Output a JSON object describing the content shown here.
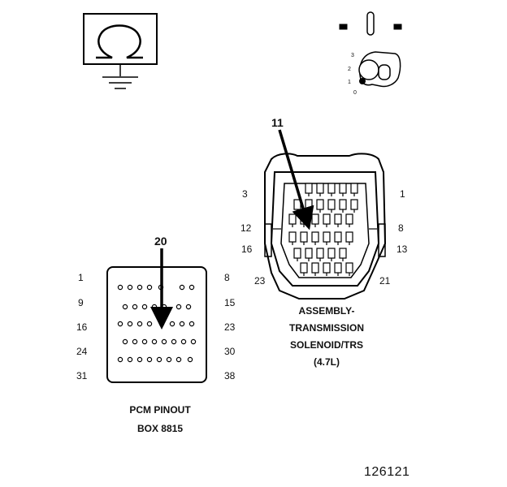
{
  "pcm_connector": {
    "pinout_title": "PCM PINOUT",
    "box_label": "BOX 8815",
    "callout_pin": "20",
    "row_labels_left": [
      "1",
      "9",
      "16",
      "24",
      "31"
    ],
    "row_labels_right": [
      "8",
      "15",
      "23",
      "30",
      "38"
    ]
  },
  "tsa_connector": {
    "callout_pin": "11",
    "title_lines": [
      "ASSEMBLY-",
      "TRANSMISSION",
      "SOLENOID/TRS",
      "(4.7L)"
    ],
    "pin_labels": {
      "p3": "3",
      "p1": "1",
      "p12": "12",
      "p8": "8",
      "p16": "16",
      "p13": "13",
      "p23": "23",
      "p21": "21"
    }
  },
  "ignition_switch": {
    "positions": [
      "3",
      "2",
      "1",
      "0"
    ]
  },
  "figure_number": "126121",
  "icons": [
    "ohmmeter-ground-icon",
    "ignition-key-icon",
    "connector-icon"
  ]
}
